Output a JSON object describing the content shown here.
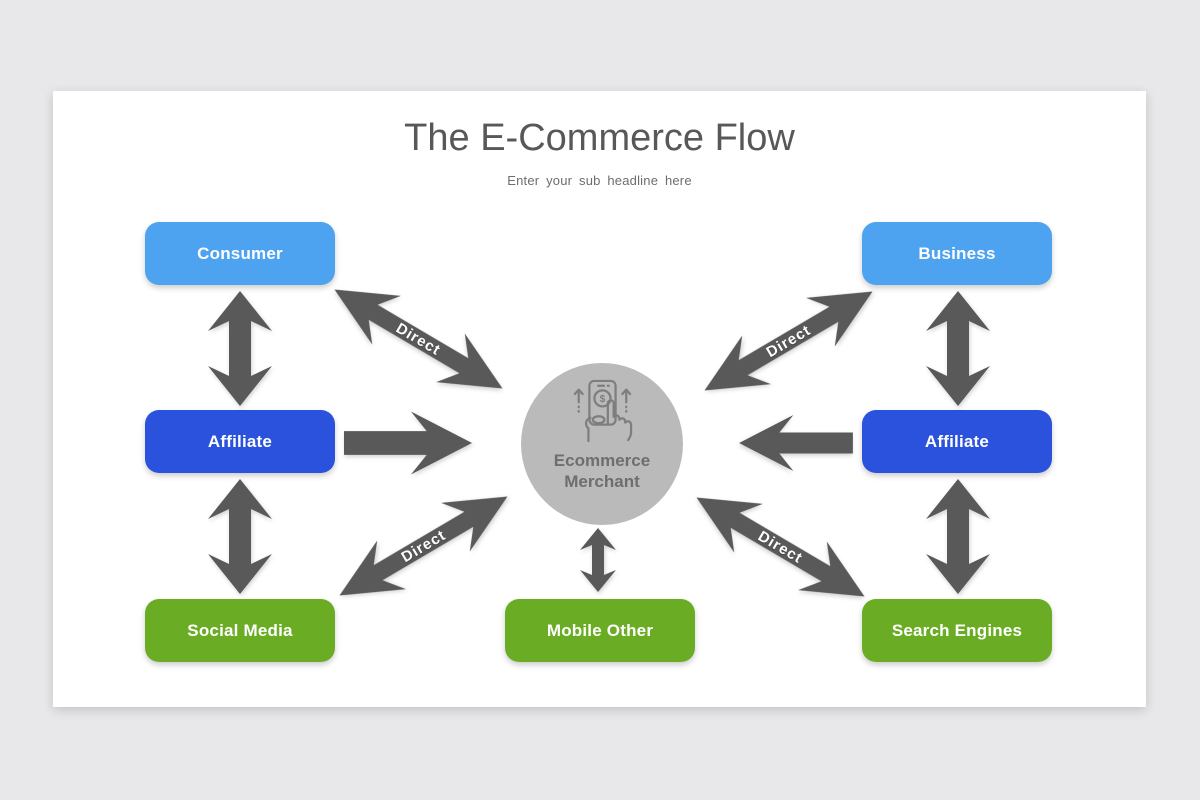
{
  "page": {
    "background_color": "#e8e7e9",
    "card_background_color": "#ffffff"
  },
  "header": {
    "title": "The E-Commerce Flow",
    "subtitle": "Enter your sub headline here"
  },
  "palette": {
    "light_blue": "#4da3f0",
    "dark_blue": "#2a52dc",
    "green": "#6aad24",
    "arrow_gray": "#595959",
    "circle_gray": "#bababa",
    "circle_text_gray": "#6e6e6e",
    "title_gray": "#58585a"
  },
  "diagram": {
    "center": {
      "label": "Ecommerce\nMerchant",
      "icon": "hand-phone-dollar-icon",
      "icon_symbol": "$",
      "color": "#bababa",
      "text_color": "#6e6e6e"
    },
    "direct_label": "Direct",
    "nodes": [
      {
        "id": "consumer",
        "label": "Consumer",
        "color": "#4da3f0",
        "position": "left-top"
      },
      {
        "id": "affiliate-left",
        "label": "Affiliate",
        "color": "#2a52dc",
        "position": "left-middle"
      },
      {
        "id": "social-media",
        "label": "Social Media",
        "color": "#6aad24",
        "position": "left-bottom"
      },
      {
        "id": "business",
        "label": "Business",
        "color": "#4da3f0",
        "position": "right-top"
      },
      {
        "id": "affiliate-right",
        "label": "Affiliate",
        "color": "#2a52dc",
        "position": "right-middle"
      },
      {
        "id": "search-engines",
        "label": "Search Engines",
        "color": "#6aad24",
        "position": "right-bottom"
      },
      {
        "id": "mobile-other",
        "label": "Mobile Other",
        "color": "#6aad24",
        "position": "center-bottom"
      }
    ],
    "connectors": [
      {
        "from": "consumer",
        "to": "affiliate-left",
        "type": "double-arrow-vertical"
      },
      {
        "from": "affiliate-left",
        "to": "social-media",
        "type": "double-arrow-vertical"
      },
      {
        "from": "consumer",
        "to": "ecommerce-merchant",
        "type": "double-arrow-diagonal",
        "label": "Direct"
      },
      {
        "from": "affiliate-left",
        "to": "ecommerce-merchant",
        "type": "single-arrow"
      },
      {
        "from": "social-media",
        "to": "ecommerce-merchant",
        "type": "double-arrow-diagonal",
        "label": "Direct"
      },
      {
        "from": "business",
        "to": "affiliate-right",
        "type": "double-arrow-vertical"
      },
      {
        "from": "affiliate-right",
        "to": "search-engines",
        "type": "double-arrow-vertical"
      },
      {
        "from": "business",
        "to": "ecommerce-merchant",
        "type": "double-arrow-diagonal",
        "label": "Direct"
      },
      {
        "from": "affiliate-right",
        "to": "ecommerce-merchant",
        "type": "single-arrow"
      },
      {
        "from": "ecommerce-merchant",
        "to": "mobile-other",
        "type": "double-arrow-vertical-small"
      }
    ]
  }
}
